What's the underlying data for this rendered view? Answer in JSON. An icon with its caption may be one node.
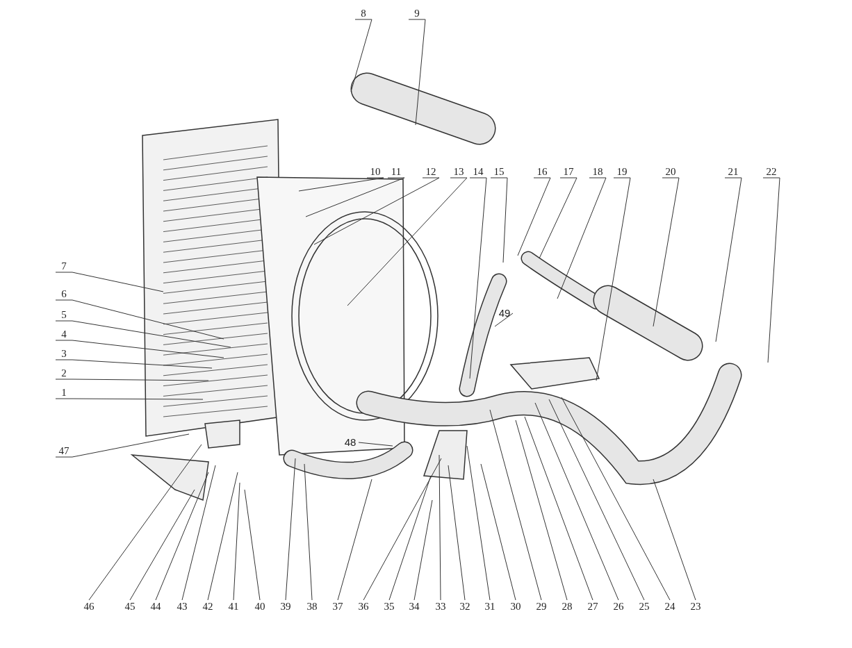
{
  "diagram": {
    "nodes": [
      {
        "text": [
          "1"
        ]
      },
      {
        "text": [
          "2"
        ]
      },
      {
        "text": [
          "3"
        ]
      },
      {
        "text": [
          "4"
        ]
      },
      {
        "text": [
          "5"
        ]
      },
      {
        "text": [
          "6"
        ]
      },
      {
        "text": [
          "7"
        ]
      },
      {
        "text": [
          "8"
        ]
      },
      {
        "text": [
          "9"
        ]
      },
      {
        "text": [
          "10"
        ]
      },
      {
        "text": [
          "11"
        ]
      },
      {
        "text": [
          "12"
        ]
      },
      {
        "text": [
          "13"
        ]
      },
      {
        "text": [
          "14"
        ]
      },
      {
        "text": [
          "15"
        ]
      },
      {
        "text": [
          "16"
        ]
      },
      {
        "text": [
          "17"
        ]
      },
      {
        "text": [
          "18"
        ]
      },
      {
        "text": [
          "19"
        ]
      },
      {
        "text": [
          "20"
        ]
      },
      {
        "text": [
          "21"
        ]
      },
      {
        "text": [
          "22"
        ]
      },
      {
        "text": [
          "23"
        ]
      },
      {
        "text": [
          "24"
        ]
      },
      {
        "text": [
          "25"
        ]
      },
      {
        "text": [
          "26"
        ]
      },
      {
        "text": [
          "27"
        ]
      },
      {
        "text": [
          "28"
        ]
      },
      {
        "text": [
          "29"
        ]
      },
      {
        "text": [
          "30"
        ]
      },
      {
        "text": [
          "31"
        ]
      },
      {
        "text": [
          "32"
        ]
      },
      {
        "text": [
          "33"
        ]
      },
      {
        "text": [
          "34"
        ]
      },
      {
        "text": [
          "35"
        ]
      },
      {
        "text": [
          "36"
        ]
      },
      {
        "text": [
          "37"
        ]
      },
      {
        "text": [
          "38"
        ]
      },
      {
        "text": [
          "39"
        ]
      },
      {
        "text": [
          "40"
        ]
      },
      {
        "text": [
          "41"
        ]
      },
      {
        "text": [
          "42"
        ]
      },
      {
        "text": [
          "43"
        ]
      },
      {
        "text": [
          "44"
        ]
      },
      {
        "text": [
          "45"
        ]
      },
      {
        "text": [
          "46"
        ]
      },
      {
        "text": [
          "47"
        ]
      },
      {
        "text": [
          "48"
        ]
      },
      {
        "text": [
          "49"
        ]
      }
    ],
    "edges": [
      {
        "from": 0,
        "to": null,
        "arrow": "none"
      },
      {
        "from": 1,
        "to": null,
        "arrow": "none"
      },
      {
        "from": 2,
        "to": null,
        "arrow": "none"
      },
      {
        "from": 3,
        "to": null,
        "arrow": "none"
      },
      {
        "from": 4,
        "to": null,
        "arrow": "none"
      },
      {
        "from": 5,
        "to": null,
        "arrow": "none"
      },
      {
        "from": 6,
        "to": null,
        "arrow": "none"
      },
      {
        "from": 7,
        "to": null,
        "arrow": "none"
      },
      {
        "from": 8,
        "to": null,
        "arrow": "none"
      },
      {
        "from": 9,
        "to": null,
        "arrow": "none"
      },
      {
        "from": 10,
        "to": null,
        "arrow": "none"
      },
      {
        "from": 11,
        "to": null,
        "arrow": "none"
      },
      {
        "from": 12,
        "to": null,
        "arrow": "none"
      },
      {
        "from": 13,
        "to": null,
        "arrow": "none"
      },
      {
        "from": 14,
        "to": null,
        "arrow": "none"
      },
      {
        "from": 15,
        "to": null,
        "arrow": "none"
      },
      {
        "from": 16,
        "to": null,
        "arrow": "none"
      },
      {
        "from": 17,
        "to": null,
        "arrow": "none"
      },
      {
        "from": 18,
        "to": null,
        "arrow": "none"
      },
      {
        "from": 19,
        "to": null,
        "arrow": "none"
      },
      {
        "from": 20,
        "to": null,
        "arrow": "none"
      },
      {
        "from": 21,
        "to": null,
        "arrow": "none"
      },
      {
        "from": 22,
        "to": null,
        "arrow": "none"
      },
      {
        "from": 23,
        "to": null,
        "arrow": "none"
      },
      {
        "from": 24,
        "to": null,
        "arrow": "none"
      },
      {
        "from": 25,
        "to": null,
        "arrow": "none"
      },
      {
        "from": 26,
        "to": null,
        "arrow": "none"
      },
      {
        "from": 27,
        "to": null,
        "arrow": "none"
      },
      {
        "from": 28,
        "to": null,
        "arrow": "none"
      },
      {
        "from": 29,
        "to": null,
        "arrow": "none"
      },
      {
        "from": 30,
        "to": null,
        "arrow": "none"
      },
      {
        "from": 31,
        "to": null,
        "arrow": "none"
      },
      {
        "from": 32,
        "to": null,
        "arrow": "none"
      },
      {
        "from": 33,
        "to": null,
        "arrow": "none"
      },
      {
        "from": 34,
        "to": null,
        "arrow": "none"
      },
      {
        "from": 35,
        "to": null,
        "arrow": "none"
      },
      {
        "from": 36,
        "to": null,
        "arrow": "none"
      },
      {
        "from": 37,
        "to": null,
        "arrow": "none"
      },
      {
        "from": 38,
        "to": null,
        "arrow": "none"
      },
      {
        "from": 39,
        "to": null,
        "arrow": "none"
      },
      {
        "from": 40,
        "to": null,
        "arrow": "none"
      },
      {
        "from": 41,
        "to": null,
        "arrow": "none"
      },
      {
        "from": 42,
        "to": null,
        "arrow": "none"
      },
      {
        "from": 43,
        "to": null,
        "arrow": "none"
      },
      {
        "from": 44,
        "to": null,
        "arrow": "none"
      },
      {
        "from": 45,
        "to": null,
        "arrow": "none"
      },
      {
        "from": 46,
        "to": null,
        "arrow": "none"
      },
      {
        "from": 47,
        "to": null,
        "arrow": "none"
      },
      {
        "from": 48,
        "to": null,
        "arrow": "none"
      }
    ]
  }
}
